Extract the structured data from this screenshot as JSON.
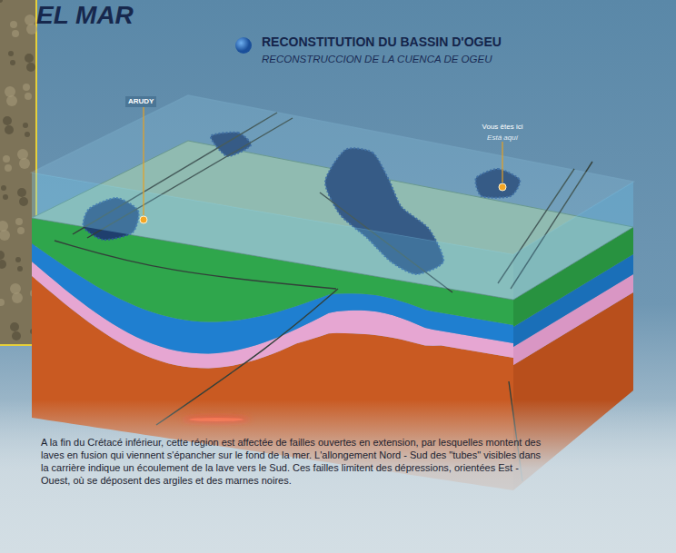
{
  "diagram": {
    "title": "RECONSTITUTION DU BASSIN D'OGEU",
    "caption": "A la fin du Crétacé inférieur, cette région est affectée de failles ouvertes en extension, par lesquelles montent des laves en fusion qui viennent s'épancher sur le fond de la mer. L'allongement Nord - Sud des \"tubes\" visibles dans la carrière indique un écoulement de la lave vers le Sud. Ces failles limitent des dépressions, orientées Est - Ouest, où se déposent des argiles et des marnes noires.",
    "labels": [
      "EL MAR",
      "RECONSTRUCCION DE LA CUENCA DE OGEU",
      "ARUDY",
      "Vous êtes ici",
      "Está aquí"
    ]
  }
}
